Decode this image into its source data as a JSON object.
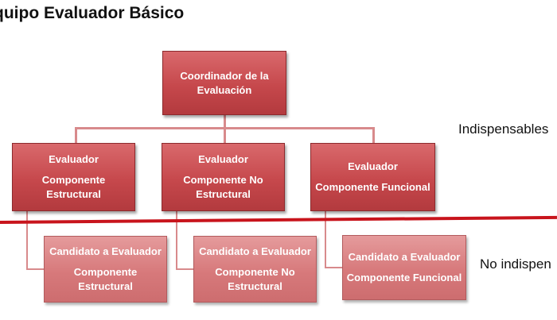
{
  "title": "quipo Evaluador Básico",
  "coordinator": {
    "line1": "Coordinador de la",
    "line2": "Evaluación"
  },
  "evaluators": [
    {
      "heading": "Evaluador",
      "line1": "Componente",
      "line2": "Estructural"
    },
    {
      "heading": "Evaluador",
      "line1": "Componente No",
      "line2": "Estructural"
    },
    {
      "heading": "Evaluador",
      "line1": "Componente Funcional",
      "line2": ""
    }
  ],
  "candidates": [
    {
      "heading": "Candidato a Evaluador",
      "line1": "Componente",
      "line2": "Estructural"
    },
    {
      "heading": "Candidato a Evaluador",
      "line1": "Componente No",
      "line2": "Estructural"
    },
    {
      "heading": "Candidato a Evaluador",
      "line1": "Componente Funcional",
      "line2": ""
    }
  ],
  "labels": {
    "upper": "Indispensables",
    "lower": "No indispen"
  },
  "colors": {
    "primary": "#c6484c",
    "light": "#d7797b",
    "rule": "#c8141c",
    "connector": "#d88a8c"
  }
}
